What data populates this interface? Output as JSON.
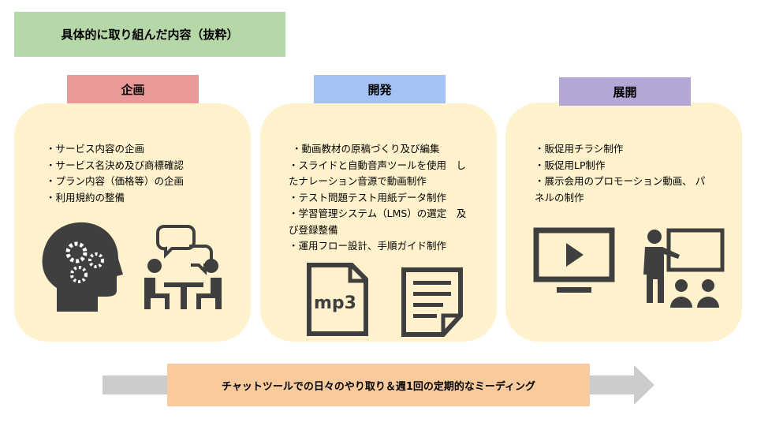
{
  "title": "具体的に取り組んだ内容（抜粋）",
  "sections": [
    {
      "label": "企画",
      "color": "#ea9999",
      "items": "・サービス内容の企画\n・サービス名決め及び商標確認\n・プラン内容（価格等）の企画\n・利用規約の整備",
      "icons": [
        "head-gears-icon",
        "meeting-icon"
      ]
    },
    {
      "label": "開発",
      "color": "#a4c2f4",
      "items": " ・動画教材の原稿づくり及び編集\n・スライドと自動音声ツールを使用　し\nたナレーション音源で動画制作\n・テスト問題テスト用紙データ制作\n・学習管理システム（LMS）の選定　及\nび登録整備\n・運用フロー設計、手順ガイド制作",
      "icons": [
        "mp3-file-icon",
        "document-icon"
      ],
      "mp3_label": "mp3"
    },
    {
      "label": "展開",
      "color": "#b4a7d6",
      "items": "・販促用チラシ制作\n・販促用LP制作\n・展示会用のプロモーション動画、 パ\nネルの制作",
      "icons": [
        "video-monitor-icon",
        "presentation-icon"
      ]
    }
  ],
  "footer": "チャットツールでの日々のやり取り＆週1回の定期的なミーディング",
  "colors": {
    "title_bg": "#b6d7a8",
    "panel_bg": "#fff2cc",
    "arrow": "#cccccc",
    "footer_bg": "#f9cb9c",
    "icon": "#3f3f3f"
  }
}
